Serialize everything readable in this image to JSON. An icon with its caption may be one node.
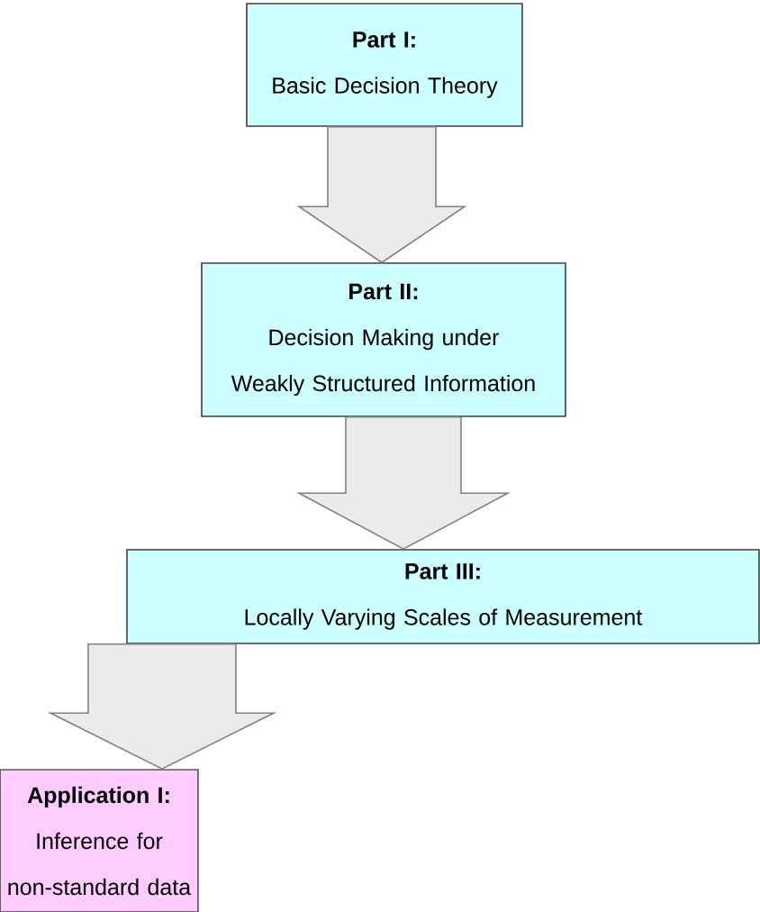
{
  "diagram": {
    "nodes": [
      {
        "text": [
          "Part I:",
          "Basic Decision Theory"
        ]
      },
      {
        "text": [
          "Part II:",
          "Decision Making under Weakly Structured Information"
        ]
      },
      {
        "text": [
          "Part III:",
          "Locally Varying Scales of Measurement"
        ]
      },
      {
        "text": [
          "Application I:",
          "Inference for non-standard data"
        ]
      }
    ],
    "edges": [
      {
        "from": 0,
        "to": 1,
        "arrow": "to"
      },
      {
        "from": 1,
        "to": 2,
        "arrow": "to"
      },
      {
        "from": 2,
        "to": 3,
        "arrow": "to"
      }
    ]
  }
}
